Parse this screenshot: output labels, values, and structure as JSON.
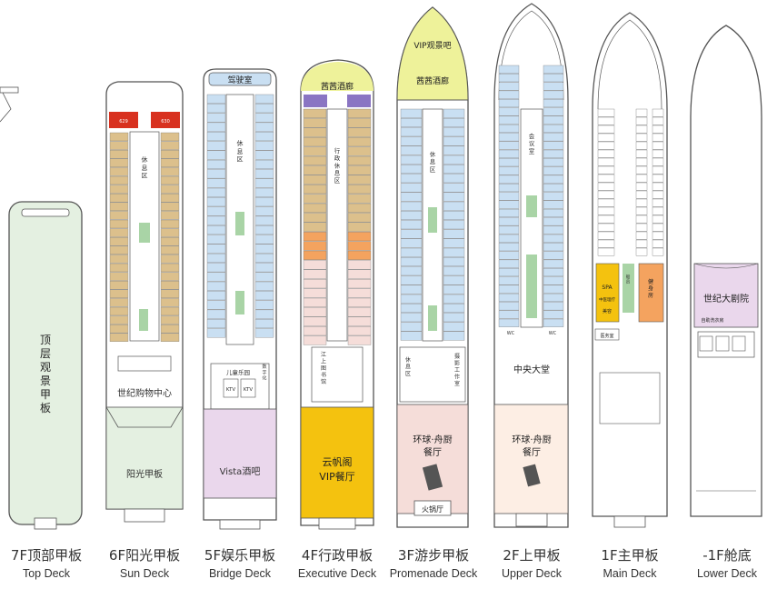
{
  "colors": {
    "outline": "#555555",
    "blue_cabin": "#c9dff2",
    "tan_cabin": "#dcc08c",
    "orange_cabin": "#f4a35f",
    "green_cabin": "#a9d4a6",
    "purple_cabin": "#8a75c3",
    "red_cabin": "#d8311f",
    "yellow_lounge": "#f4c20f",
    "pale_yellow": "#eef29a",
    "pale_green": "#e4f0e1",
    "pale_pink": "#f5ddd9",
    "pale_peach": "#fdeee4",
    "lavender": "#ead7ec",
    "hull_white": "#ffffff"
  },
  "decks": [
    {
      "id": "7f",
      "zh": "7F顶部甲板",
      "en": "Top Deck",
      "labels": {
        "area": "顶层观景甲板"
      }
    },
    {
      "id": "6f",
      "zh": "6F阳光甲板",
      "en": "Sun Deck",
      "labels": {
        "lounge": "休息区",
        "shop": "世纪购物中心",
        "sundeck": "阳光甲板",
        "rooms_top": [
          "629",
          "630"
        ]
      }
    },
    {
      "id": "5f",
      "zh": "5F娱乐甲板",
      "en": "Bridge Deck",
      "labels": {
        "bridge": "驾驶室",
        "lounge": "休息区",
        "kids": "儿童乐园",
        "ktv1": "KTV",
        "ktv2": "KTV",
        "digital": "数字化",
        "bar": "Vista酒吧"
      }
    },
    {
      "id": "4f",
      "zh": "4F行政甲板",
      "en": "Executive Deck",
      "labels": {
        "bar": "茜茜酒廊",
        "admin": "行政休息区",
        "library": "江上图书馆",
        "vip_line1": "云帆阁",
        "vip_line2": "VIP餐厅"
      }
    },
    {
      "id": "3f",
      "zh": "3F游步甲板",
      "en": "Promenade Deck",
      "labels": {
        "vip_bar": "VIP观景吧",
        "bar": "茜茜酒廊",
        "lounge": "休息区",
        "lounge2": "休息区",
        "studio": "摄影工作室",
        "rest_line1": "环球·舟厨",
        "rest_line2": "餐厅",
        "hotpot": "火锅厅"
      }
    },
    {
      "id": "2f",
      "zh": "2F上甲板",
      "en": "Upper Deck",
      "labels": {
        "meeting": "会议室",
        "lobby": "中央大堂",
        "rest_line1": "环球·舟厨",
        "rest_line2": "餐厅",
        "wc1": "WC",
        "wc2": "WC"
      }
    },
    {
      "id": "1f",
      "zh": "1F主甲板",
      "en": "Main Deck",
      "labels": {
        "spa": "SPA",
        "chinese_med": "中医理疗",
        "beauty": "美容",
        "crew": "船员",
        "gym": "健身房",
        "clinic": "医务室"
      }
    },
    {
      "id": "b1",
      "zh": "-1F舱底",
      "en": "Lower Deck",
      "labels": {
        "theater": "世纪大剧院",
        "sub": "自助洗衣房"
      }
    }
  ]
}
